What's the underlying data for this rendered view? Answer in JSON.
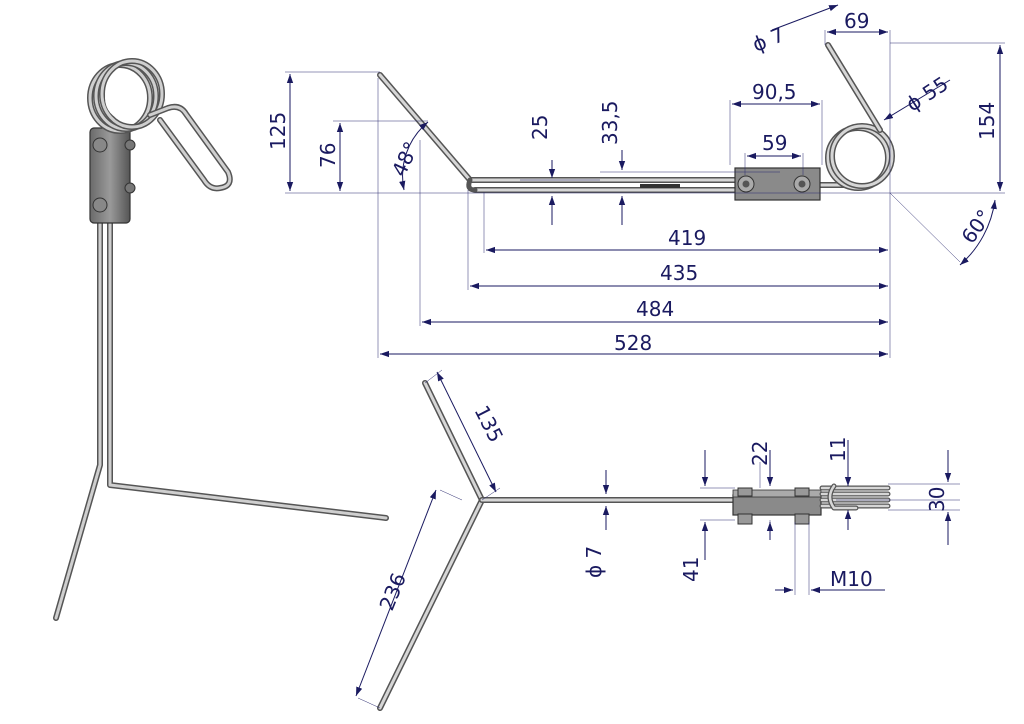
{
  "dimensions": {
    "wire_diameter_top": "ϕ 7",
    "coil_offset": "69",
    "coil_diameter": "ϕ 55",
    "overall_height": "154",
    "tine_height": "125",
    "bend_height": "76",
    "bend_angle": "48°",
    "clamp_offset": "25",
    "clamp_top_offset": "33,5",
    "clamp_width": "90,5",
    "bolt_spacing": "59",
    "coil_angle": "60°",
    "length_419": "419",
    "length_435": "435",
    "length_484": "484",
    "length_528": "528",
    "upper_arm_length": "135",
    "lower_arm_length": "236",
    "wire_diameter_bottom": "ϕ 7",
    "clamp_thickness": "22",
    "clamp_height": "41",
    "plate_thickness": "11",
    "coil_width": "30",
    "bolt_thread": "M10"
  },
  "colors": {
    "dimension_line": "#1a1a60",
    "steel_dark": "#4a4a4a",
    "steel_light": "#c8c8c8",
    "clamp": "#7a7a7a"
  }
}
